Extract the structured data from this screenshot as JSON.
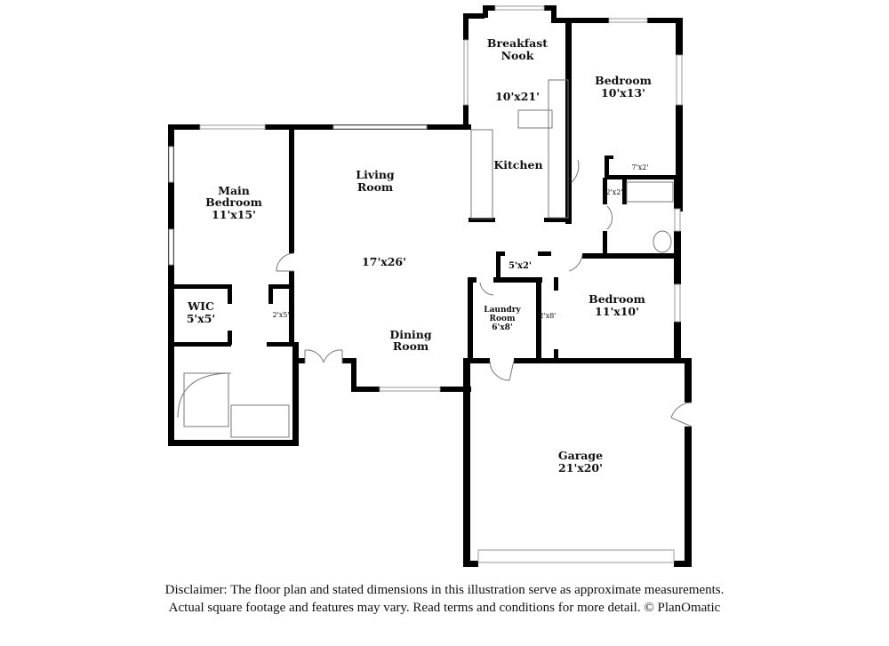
{
  "rooms": {
    "breakfast_nook": {
      "name": "Breakfast\nNook",
      "line1": "Breakfast",
      "line2": "Nook",
      "size": "10'x21'"
    },
    "kitchen": {
      "name": "Kitchen"
    },
    "bedroom_1": {
      "name": "Bedroom",
      "size": "10'x13'"
    },
    "hall_closet": {
      "size": "7'x2'"
    },
    "linen_closet": {
      "size": "2'x2'"
    },
    "main_bedroom": {
      "line1": "Main",
      "line2": "Bedroom",
      "size": "11'x15'"
    },
    "living_room": {
      "line1": "Living",
      "line2": "Room"
    },
    "living_dining_size": "17'x26'",
    "wic": {
      "name": "WIC",
      "size": "5'x5'"
    },
    "wic_closet2": {
      "size": "2'x5'"
    },
    "closet_5x2": {
      "size": "5'x2'"
    },
    "laundry": {
      "line1": "Laundry",
      "line2": "Room",
      "size": "6'x8'"
    },
    "bedroom_closet": {
      "size": "2'x8'"
    },
    "bedroom_2": {
      "name": "Bedroom",
      "size": "11'x10'"
    },
    "dining_room": {
      "line1": "Dining",
      "line2": "Room"
    },
    "garage": {
      "name": "Garage",
      "size": "21'x20'"
    }
  },
  "disclaimer": {
    "line1": "Disclaimer: The floor plan and stated dimensions in this illustration serve as approximate measurements.",
    "line2": "Actual square footage and features may vary. Read terms and conditions for more detail. © PlanOmatic"
  }
}
